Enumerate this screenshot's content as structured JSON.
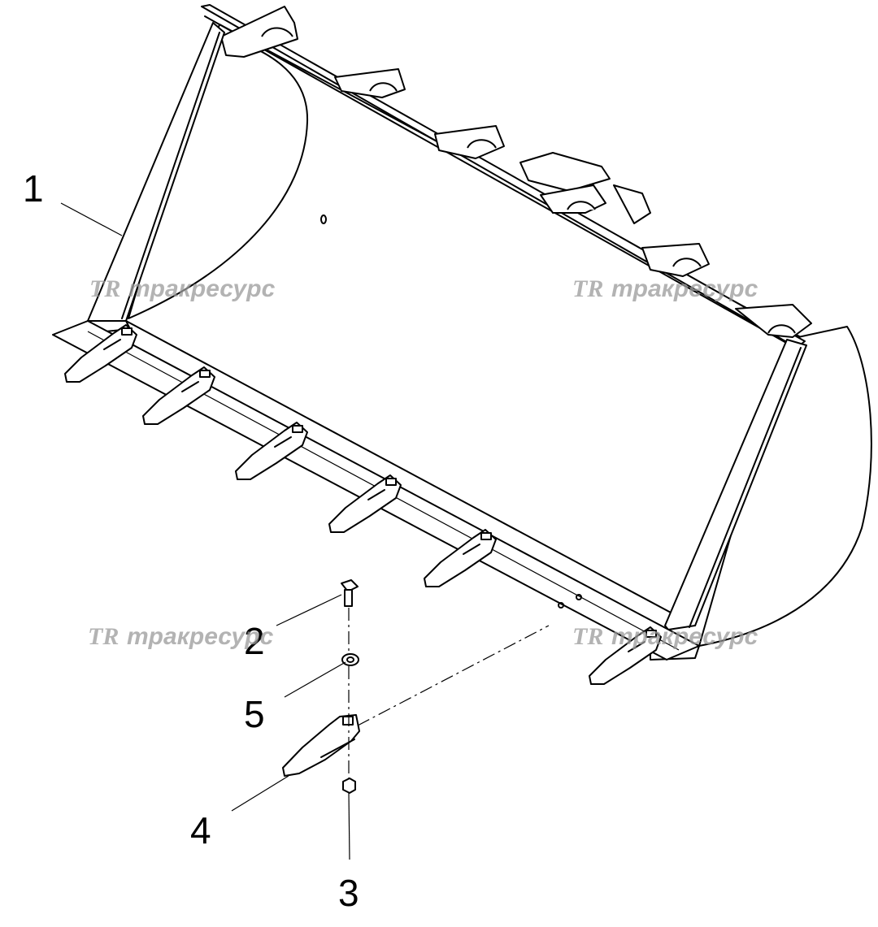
{
  "diagram": {
    "callouts": {
      "c1": "1",
      "c2": "2",
      "c3": "3",
      "c4": "4",
      "c5": "5"
    },
    "watermark": {
      "logo_text": "TR",
      "brand_text": "тракресурс",
      "color": "#9a9a9a"
    },
    "line_color": "#000000",
    "background": "#ffffff"
  }
}
